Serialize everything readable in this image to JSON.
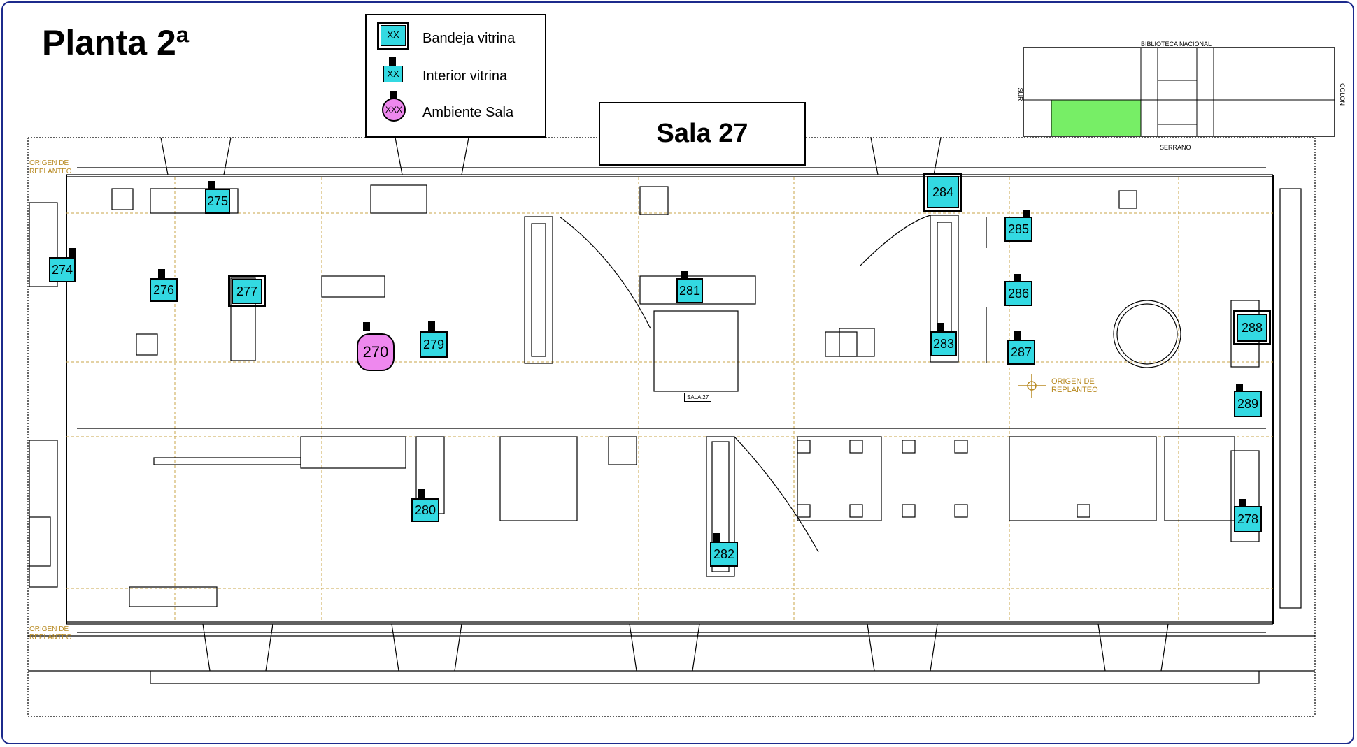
{
  "title": "Planta 2ª",
  "legend": {
    "items": [
      {
        "code": "XX",
        "label": "Bandeja vitrina"
      },
      {
        "code": "XX",
        "label": "Interior vitrina"
      },
      {
        "code": "XXX",
        "label": "Ambiente Sala"
      }
    ]
  },
  "room": {
    "label": "Sala 27"
  },
  "minimap": {
    "top": "BIBLIOTECA NACIONAL",
    "bottom": "SERRANO",
    "left": "SUR",
    "right": "COLON"
  },
  "origin_label": "ORIGEN DE REPLANTEO",
  "inner_room_label": "SALA 27",
  "cases": [
    {
      "id": "274",
      "type": "interior"
    },
    {
      "id": "275",
      "type": "interior"
    },
    {
      "id": "276",
      "type": "interior"
    },
    {
      "id": "277",
      "type": "bandeja"
    },
    {
      "id": "279",
      "type": "interior"
    },
    {
      "id": "280",
      "type": "interior"
    },
    {
      "id": "281",
      "type": "interior"
    },
    {
      "id": "282",
      "type": "interior"
    },
    {
      "id": "283",
      "type": "interior"
    },
    {
      "id": "284",
      "type": "bandeja"
    },
    {
      "id": "285",
      "type": "interior"
    },
    {
      "id": "286",
      "type": "interior"
    },
    {
      "id": "287",
      "type": "interior"
    },
    {
      "id": "288",
      "type": "bandeja"
    },
    {
      "id": "289",
      "type": "interior"
    },
    {
      "id": "278",
      "type": "interior"
    }
  ],
  "ambient": [
    {
      "id": "270"
    }
  ],
  "colors": {
    "vitrina": "#33d9e2",
    "ambiente": "#ee88ee",
    "frame": "#1c2a8c",
    "minimap_highlight": "#77ee66",
    "origin": "#b88a22"
  }
}
